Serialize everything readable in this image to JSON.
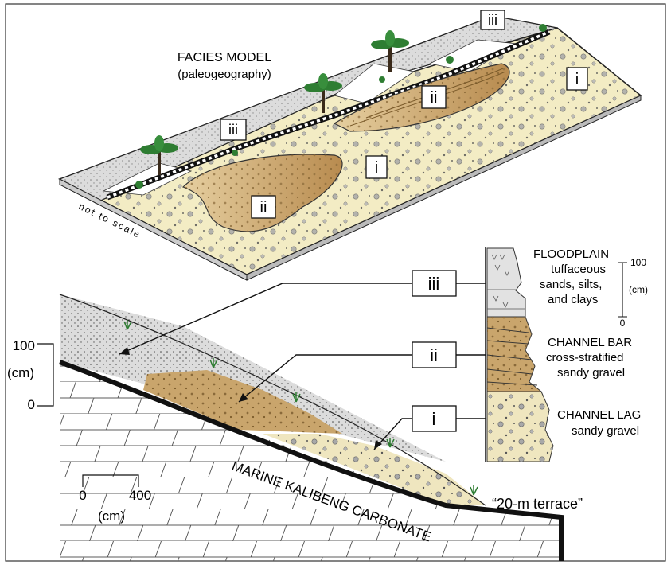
{
  "figure": {
    "title": "FACIES MODEL",
    "subtitle": "(paleogeography)",
    "scale_note": "not to scale",
    "terrace_label": "“20-m terrace”",
    "bedrock_label": "MARINE KALIBENG CARBONATE",
    "vertical_scale": {
      "top": "100",
      "unit": "(cm)",
      "bottom": "0"
    },
    "horizontal_scale": {
      "left": "0",
      "right": "400",
      "unit": "(cm)"
    },
    "column_scale": {
      "top": "100",
      "unit": "(cm)",
      "bottom": "0"
    },
    "facies_markers": {
      "i": "i",
      "ii": "ii",
      "iii": "iii"
    },
    "column": {
      "floodplain": {
        "title": "FLOODPLAIN",
        "line1": "tuffaceous",
        "line2": "sands, silts,",
        "line3": "and clays"
      },
      "channel_bar": {
        "title": "CHANNEL BAR",
        "line1": "cross-stratified",
        "line2": "sandy gravel"
      },
      "channel_lag": {
        "title": "CHANNEL LAG",
        "line1": "sandy gravel"
      }
    },
    "colors": {
      "sand": "#f3ecc4",
      "gravel_bar": "#c9a56c",
      "floodplain": "#dcdcdc",
      "vegetation": "#2e7d32",
      "outline": "#1a1a1a"
    }
  }
}
